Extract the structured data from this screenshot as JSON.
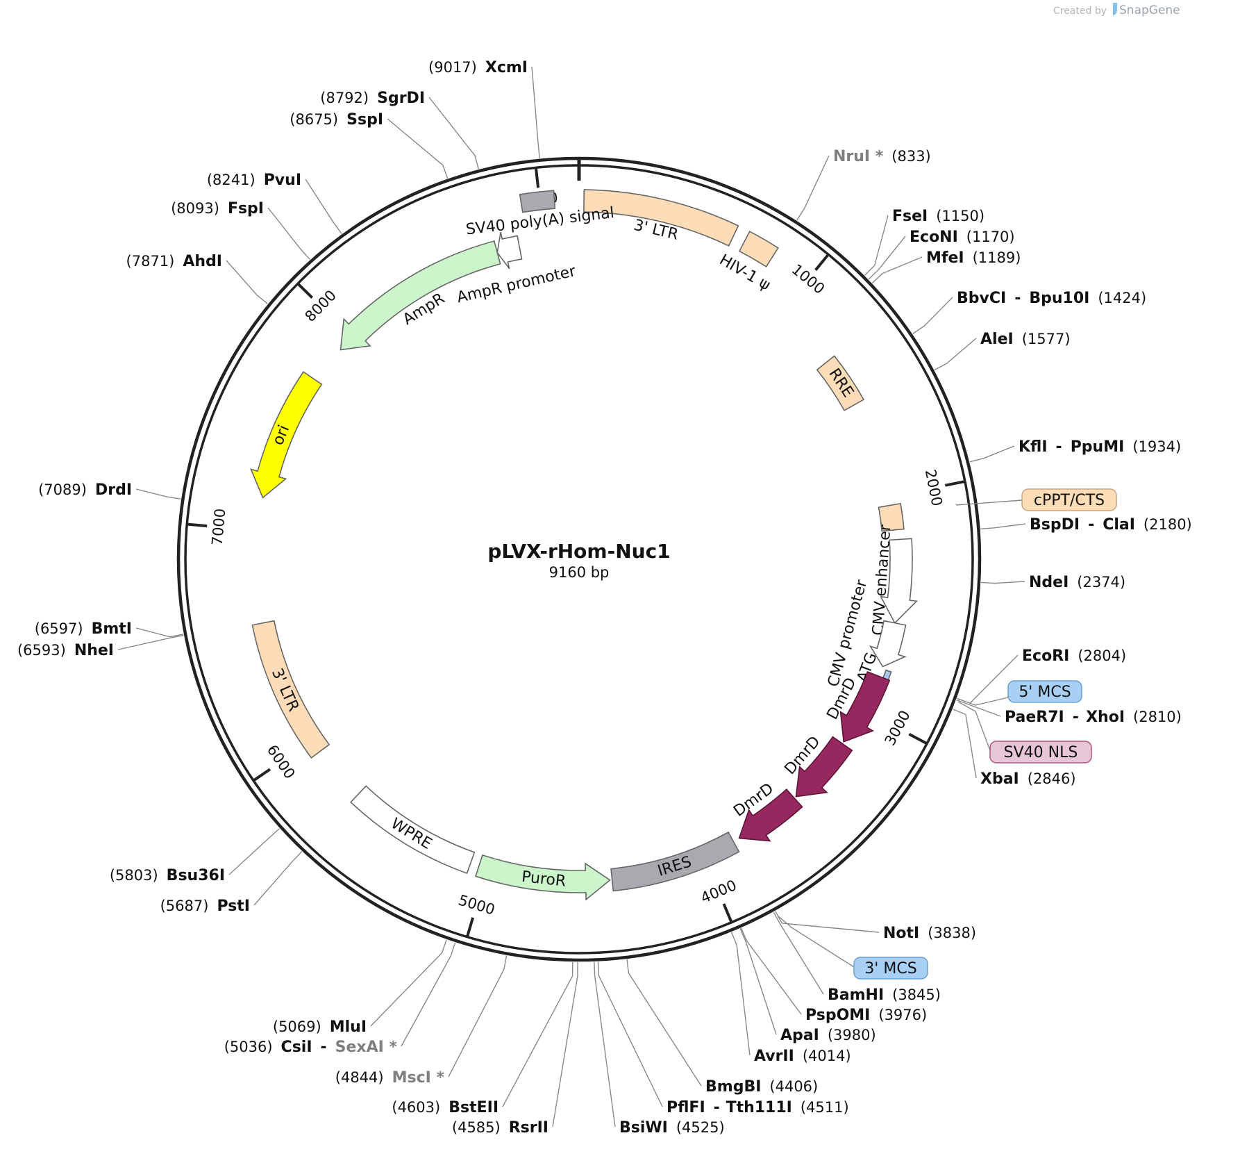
{
  "credit": {
    "prefix": "Created by",
    "brand": "SnapGene"
  },
  "plasmid": {
    "name": "pLVX-rHom-Nuc1",
    "length_label": "9160 bp",
    "length": 9160
  },
  "ruler": {
    "ticks": [
      1000,
      2000,
      3000,
      4000,
      5000,
      6000,
      7000,
      8000,
      9000
    ],
    "labels": [
      "1000",
      "2000",
      "3000",
      "4000",
      "5000",
      "6000",
      "7000",
      "8000",
      "9000"
    ]
  },
  "features": [
    {
      "name": "3' LTR",
      "start": 20,
      "end": 650,
      "dir": "none",
      "color": "#fddcb8",
      "label": "3' LTR"
    },
    {
      "name": "HIV-1 Ψ",
      "start": 700,
      "end": 830,
      "dir": "none",
      "color": "#fddcb8",
      "label": "HIV-1 ψ"
    },
    {
      "name": "RRE",
      "start": 1310,
      "end": 1545,
      "dir": "none",
      "color": "#fddcb8",
      "label": "RRE"
    },
    {
      "name": "cPPT/CTS",
      "start": 2040,
      "end": 2155,
      "dir": "none",
      "color": "#fddcb8",
      "label": "cPPT/CTS"
    },
    {
      "name": "CMV enhancer",
      "start": 2200,
      "end": 2580,
      "dir": "forward",
      "color": "#ffffff",
      "label": "CMV enhancer"
    },
    {
      "name": "CMV promoter",
      "start": 2580,
      "end": 2785,
      "dir": "forward",
      "color": "#ffffff",
      "label": "CMV promoter"
    },
    {
      "name": "ATG",
      "start": 2795,
      "end": 2832,
      "dir": "none",
      "color": "#a8c6ef",
      "label": "ATG"
    },
    {
      "name": "DmrD 1",
      "start": 2832,
      "end": 3170,
      "dir": "forward",
      "color": "#95285e",
      "label": "DmrD"
    },
    {
      "name": "DmrD 2",
      "start": 3180,
      "end": 3500,
      "dir": "forward",
      "color": "#95285e",
      "label": "DmrD"
    },
    {
      "name": "DmrD 3",
      "start": 3510,
      "end": 3820,
      "dir": "forward",
      "color": "#95285e",
      "label": "DmrD"
    },
    {
      "name": "IRES",
      "start": 3850,
      "end": 4430,
      "dir": "none",
      "color": "#a8aab0",
      "label": "IRES"
    },
    {
      "name": "PuroR",
      "start": 4440,
      "end": 5040,
      "dir": "reverse",
      "color": "#ccf5cc",
      "label": "PuroR"
    },
    {
      "name": "WPRE",
      "start": 5080,
      "end": 5680,
      "dir": "none",
      "color": "#ffffff",
      "label": "WPRE"
    },
    {
      "name": "3' LTR (5')",
      "start": 5940,
      "end": 6580,
      "dir": "none",
      "color": "#fddcb8",
      "label": "3' LTR"
    },
    {
      "name": "ori",
      "start": 7150,
      "end": 7740,
      "dir": "reverse",
      "color": "#ffff00",
      "label": "ori"
    },
    {
      "name": "AmpR",
      "start": 7920,
      "end": 8780,
      "dir": "reverse",
      "color": "#ccf5cc",
      "label": "AmpR"
    },
    {
      "name": "AmpR promoter",
      "start": 8780,
      "end": 8885,
      "dir": "reverse",
      "color": "#ffffff",
      "label": "AmpR promoter"
    },
    {
      "name": "SV40 poly(A) signal",
      "start": 8925,
      "end": 9060,
      "dir": "none",
      "color": "#a8aab0",
      "label": "SV40 poly(A) signal"
    }
  ],
  "boxed_labels": [
    {
      "text": "cPPT/CTS",
      "bg": "#fddcb8",
      "border": "#d4a27a"
    },
    {
      "text": "5' MCS",
      "bg": "#a8d0f5",
      "border": "#6b9fd0"
    },
    {
      "text": "SV40 NLS",
      "bg": "#e8c6d6",
      "border": "#b0537e"
    },
    {
      "text": "3' MCS",
      "bg": "#a8d0f5",
      "border": "#6b9fd0"
    }
  ],
  "sites": [
    {
      "id": "xcmi",
      "names": [
        "XcmI"
      ],
      "pos": "(9017)",
      "bp": 9017,
      "side": "left",
      "grey": false
    },
    {
      "id": "sgrdi",
      "names": [
        "SgrDI"
      ],
      "pos": "(8792)",
      "bp": 8792,
      "side": "left",
      "grey": false
    },
    {
      "id": "sspi",
      "names": [
        "SspI"
      ],
      "pos": "(8675)",
      "bp": 8675,
      "side": "left",
      "grey": false
    },
    {
      "id": "pvui",
      "names": [
        "PvuI"
      ],
      "pos": "(8241)",
      "bp": 8241,
      "side": "left",
      "grey": false
    },
    {
      "id": "fspi",
      "names": [
        "FspI"
      ],
      "pos": "(8093)",
      "bp": 8093,
      "side": "left",
      "grey": false
    },
    {
      "id": "ahdi",
      "names": [
        "AhdI"
      ],
      "pos": "(7871)",
      "bp": 7871,
      "side": "left",
      "grey": false
    },
    {
      "id": "drdi",
      "names": [
        "DrdI"
      ],
      "pos": "(7089)",
      "bp": 7089,
      "side": "left",
      "grey": false
    },
    {
      "id": "bmti",
      "names": [
        "BmtI"
      ],
      "pos": "(6597)",
      "bp": 6597,
      "side": "left",
      "grey": false
    },
    {
      "id": "nhei",
      "names": [
        "NheI"
      ],
      "pos": "(6593)",
      "bp": 6593,
      "side": "left",
      "grey": false
    },
    {
      "id": "bsu36i",
      "names": [
        "Bsu36I"
      ],
      "pos": "(5803)",
      "bp": 5803,
      "side": "left",
      "grey": false
    },
    {
      "id": "psti",
      "names": [
        "PstI"
      ],
      "pos": "(5687)",
      "bp": 5687,
      "side": "left",
      "grey": false
    },
    {
      "id": "mlui",
      "names": [
        "MluI"
      ],
      "pos": "(5069)",
      "bp": 5069,
      "side": "left",
      "grey": false
    },
    {
      "id": "csii",
      "names": [
        "CsiI",
        "-",
        "SexAI *"
      ],
      "pos": "(5036)",
      "bp": 5036,
      "side": "left",
      "grey": false
    },
    {
      "id": "msci",
      "names": [
        "MscI *"
      ],
      "pos": "(4844)",
      "bp": 4844,
      "side": "left",
      "grey": true
    },
    {
      "id": "bsteii",
      "names": [
        "BstEII"
      ],
      "pos": "(4603)",
      "bp": 4603,
      "side": "left",
      "grey": false
    },
    {
      "id": "rsrii",
      "names": [
        "RsrII"
      ],
      "pos": "(4585)",
      "bp": 4585,
      "side": "left",
      "grey": false
    },
    {
      "id": "nrui",
      "names": [
        "NruI *"
      ],
      "pos": "(833)",
      "bp": 833,
      "side": "right",
      "grey": true
    },
    {
      "id": "fsei",
      "names": [
        "FseI"
      ],
      "pos": "(1150)",
      "bp": 1150,
      "side": "right",
      "grey": false
    },
    {
      "id": "econi",
      "names": [
        "EcoNI"
      ],
      "pos": "(1170)",
      "bp": 1170,
      "side": "right",
      "grey": false
    },
    {
      "id": "mfei",
      "names": [
        "MfeI"
      ],
      "pos": "(1189)",
      "bp": 1189,
      "side": "right",
      "grey": false
    },
    {
      "id": "bbvci",
      "names": [
        "BbvCI",
        "-",
        "Bpu10I"
      ],
      "pos": "(1424)",
      "bp": 1424,
      "side": "right",
      "grey": false
    },
    {
      "id": "alei",
      "names": [
        "AleI"
      ],
      "pos": "(1577)",
      "bp": 1577,
      "side": "right",
      "grey": false
    },
    {
      "id": "kfli",
      "names": [
        "KflI",
        "-",
        "PpuMI"
      ],
      "pos": "(1934)",
      "bp": 1934,
      "side": "right",
      "grey": false
    },
    {
      "id": "bspdi",
      "names": [
        "BspDI",
        "-",
        "ClaI"
      ],
      "pos": "(2180)",
      "bp": 2180,
      "side": "right",
      "grey": false
    },
    {
      "id": "ndei",
      "names": [
        "NdeI"
      ],
      "pos": "(2374)",
      "bp": 2374,
      "side": "right",
      "grey": false
    },
    {
      "id": "ecori",
      "names": [
        "EcoRI"
      ],
      "pos": "(2804)",
      "bp": 2804,
      "side": "right",
      "grey": false
    },
    {
      "id": "paer7i",
      "names": [
        "PaeR7I",
        "-",
        "XhoI"
      ],
      "pos": "(2810)",
      "bp": 2810,
      "side": "right",
      "grey": false
    },
    {
      "id": "xbai",
      "names": [
        "XbaI"
      ],
      "pos": "(2846)",
      "bp": 2846,
      "side": "right",
      "grey": false
    },
    {
      "id": "noti",
      "names": [
        "NotI"
      ],
      "pos": "(3838)",
      "bp": 3838,
      "side": "right",
      "grey": false
    },
    {
      "id": "bamhi",
      "names": [
        "BamHI"
      ],
      "pos": "(3845)",
      "bp": 3845,
      "side": "right",
      "grey": false
    },
    {
      "id": "pspomi",
      "names": [
        "PspOMI"
      ],
      "pos": "(3976)",
      "bp": 3976,
      "side": "right",
      "grey": false
    },
    {
      "id": "apai",
      "names": [
        "ApaI"
      ],
      "pos": "(3980)",
      "bp": 3980,
      "side": "right",
      "grey": false
    },
    {
      "id": "avrii",
      "names": [
        "AvrII"
      ],
      "pos": "(4014)",
      "bp": 4014,
      "side": "right",
      "grey": false
    },
    {
      "id": "bmgbi",
      "names": [
        "BmgBI"
      ],
      "pos": "(4406)",
      "bp": 4406,
      "side": "right",
      "grey": false
    },
    {
      "id": "pflfi",
      "names": [
        "PflFI",
        "-",
        "Tth111I"
      ],
      "pos": "(4511)",
      "bp": 4511,
      "side": "right",
      "grey": false
    },
    {
      "id": "bsiwi",
      "names": [
        "BsiWI"
      ],
      "pos": "(4525)",
      "bp": 4525,
      "side": "right",
      "grey": false
    }
  ]
}
